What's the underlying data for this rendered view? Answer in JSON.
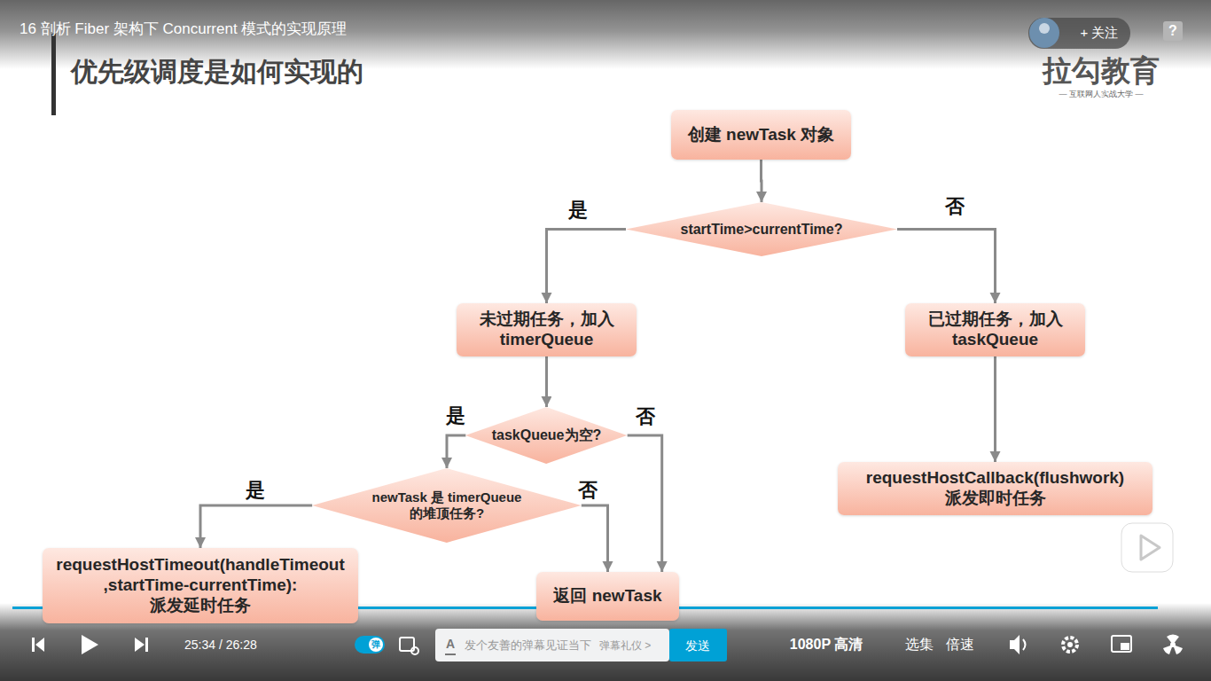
{
  "diagram": {
    "title": "优先级调度是如何实现的",
    "nodes": [
      {
        "text": [
          "创建 newTask 对象"
        ]
      },
      {
        "text": [
          "startTime>currentTime?"
        ]
      },
      {
        "text": [
          "未过期任务，加入 timerQueue"
        ]
      },
      {
        "text": [
          "已过期任务，加入 taskQueue"
        ]
      },
      {
        "text": [
          "taskQueue为空?"
        ]
      },
      {
        "text": [
          "newTask 是 timerQueue 的堆顶任务?"
        ]
      },
      {
        "text": [
          "requestHostCallback(flushwork) 派发即时任务"
        ]
      },
      {
        "text": [
          "requestHostTimeout(handleTimeout,startTime-currentTime): 派发延时任务"
        ]
      },
      {
        "text": [
          "返回 newTask"
        ]
      }
    ],
    "edges": [
      {
        "from": 0,
        "to": 1,
        "arrow": "to"
      },
      {
        "from": 1,
        "to": 2,
        "label": "是",
        "arrow": "to"
      },
      {
        "from": 1,
        "to": 3,
        "label": "否",
        "arrow": "to"
      },
      {
        "from": 2,
        "to": 4,
        "arrow": "to"
      },
      {
        "from": 4,
        "to": 5,
        "label": "是",
        "arrow": "to"
      },
      {
        "from": 4,
        "to": 8,
        "label": "否",
        "arrow": "to"
      },
      {
        "from": 5,
        "to": 7,
        "label": "是",
        "arrow": "to"
      },
      {
        "from": 5,
        "to": 8,
        "label": "否",
        "arrow": "to"
      },
      {
        "from": 3,
        "to": 6,
        "arrow": "to"
      }
    ],
    "labels": [
      "16 剖析 Fiber 架构下 Concurrent 模式的实现原理",
      "拉勾教育",
      "— 互联网人实战大学 —",
      "+ 关注",
      "?",
      "25:34 / 26:28",
      "弹",
      "A",
      "发个友善的弹幕见证当下",
      "弹幕礼仪 >",
      "发送",
      "1080P 高清",
      "选集",
      "倍速"
    ]
  }
}
